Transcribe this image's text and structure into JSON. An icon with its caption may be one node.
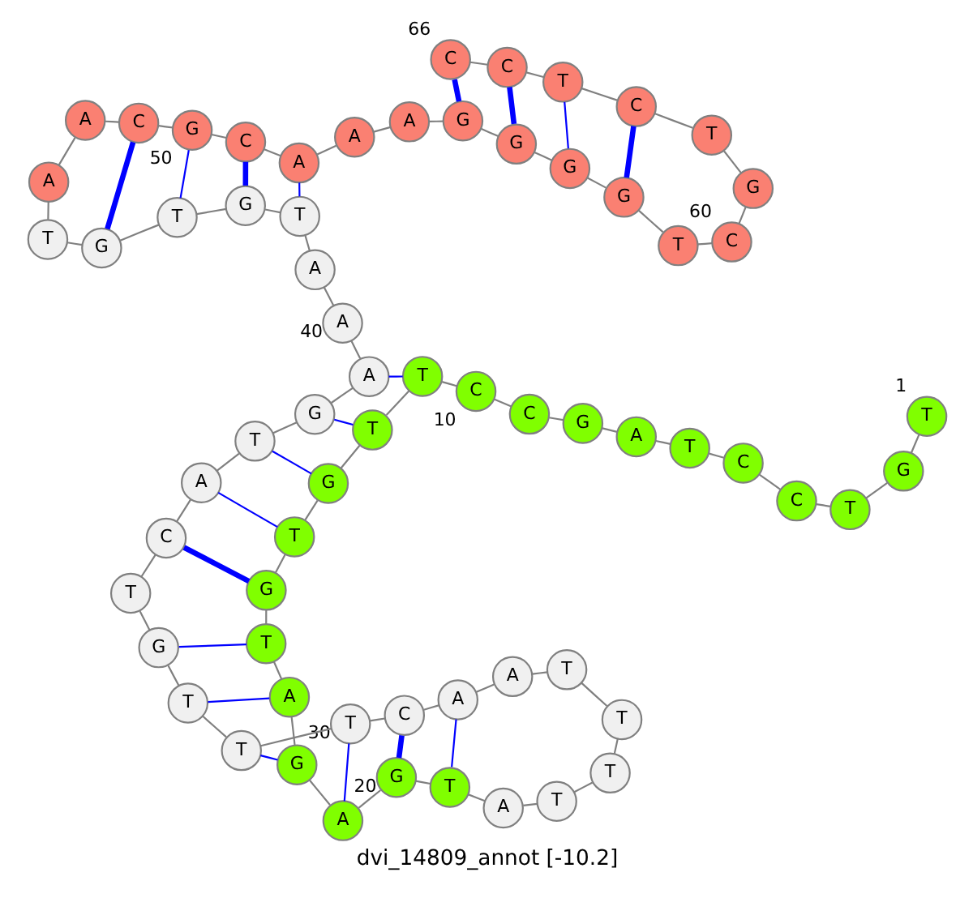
{
  "diagram": {
    "title": "dvi_14809_annot [-10.2]",
    "nodes": [
      {
        "text": [
          "T"
        ],
        "beside": [
          "1"
        ]
      },
      {
        "text": [
          "G"
        ]
      },
      {
        "text": [
          "T"
        ]
      },
      {
        "text": [
          "C"
        ]
      },
      {
        "text": [
          "C"
        ]
      },
      {
        "text": [
          "T"
        ]
      },
      {
        "text": [
          "A"
        ]
      },
      {
        "text": [
          "G"
        ]
      },
      {
        "text": [
          "C"
        ]
      },
      {
        "text": [
          "C"
        ],
        "beside": [
          "10"
        ]
      },
      {
        "text": [
          "T"
        ]
      },
      {
        "text": [
          "T"
        ]
      },
      {
        "text": [
          "G"
        ]
      },
      {
        "text": [
          "T"
        ]
      },
      {
        "text": [
          "G"
        ]
      },
      {
        "text": [
          "T"
        ]
      },
      {
        "text": [
          "A"
        ]
      },
      {
        "text": [
          "G"
        ]
      },
      {
        "text": [
          "A"
        ]
      },
      {
        "text": [
          "G"
        ],
        "beside": [
          "20"
        ]
      },
      {
        "text": [
          "T"
        ]
      },
      {
        "text": [
          "A"
        ]
      },
      {
        "text": [
          "T"
        ]
      },
      {
        "text": [
          "T"
        ]
      },
      {
        "text": [
          "T"
        ]
      },
      {
        "text": [
          "T"
        ]
      },
      {
        "text": [
          "A"
        ]
      },
      {
        "text": [
          "A"
        ]
      },
      {
        "text": [
          "C"
        ]
      },
      {
        "text": [
          "T"
        ],
        "beside": [
          "30"
        ]
      },
      {
        "text": [
          "T"
        ]
      },
      {
        "text": [
          "T"
        ]
      },
      {
        "text": [
          "G"
        ]
      },
      {
        "text": [
          "T"
        ]
      },
      {
        "text": [
          "C"
        ]
      },
      {
        "text": [
          "A"
        ]
      },
      {
        "text": [
          "T"
        ]
      },
      {
        "text": [
          "G"
        ]
      },
      {
        "text": [
          "A"
        ]
      },
      {
        "text": [
          "A"
        ],
        "beside": [
          "40"
        ]
      },
      {
        "text": [
          "A"
        ]
      },
      {
        "text": [
          "T"
        ]
      },
      {
        "text": [
          "G"
        ]
      },
      {
        "text": [
          "T"
        ]
      },
      {
        "text": [
          "G"
        ]
      },
      {
        "text": [
          "T"
        ]
      },
      {
        "text": [
          "A"
        ]
      },
      {
        "text": [
          "A"
        ]
      },
      {
        "text": [
          "C"
        ]
      },
      {
        "text": [
          "G"
        ],
        "beside": [
          "50"
        ]
      },
      {
        "text": [
          "C"
        ]
      },
      {
        "text": [
          "A"
        ]
      },
      {
        "text": [
          "A"
        ]
      },
      {
        "text": [
          "A"
        ]
      },
      {
        "text": [
          "G"
        ]
      },
      {
        "text": [
          "G"
        ]
      },
      {
        "text": [
          "G"
        ]
      },
      {
        "text": [
          "G"
        ]
      },
      {
        "text": [
          "T"
        ]
      },
      {
        "text": [
          "C"
        ],
        "beside": [
          "60"
        ]
      },
      {
        "text": [
          "G"
        ]
      },
      {
        "text": [
          "T"
        ]
      },
      {
        "text": [
          "C"
        ]
      },
      {
        "text": [
          "T"
        ]
      },
      {
        "text": [
          "C"
        ]
      },
      {
        "text": [
          "C"
        ],
        "beside": [
          "66"
        ]
      }
    ],
    "edges": [
      {
        "from": 0,
        "to": 1,
        "arrow": "none"
      },
      {
        "from": 1,
        "to": 2,
        "arrow": "none"
      },
      {
        "from": 2,
        "to": 3,
        "arrow": "none"
      },
      {
        "from": 3,
        "to": 4,
        "arrow": "none"
      },
      {
        "from": 4,
        "to": 5,
        "arrow": "none"
      },
      {
        "from": 5,
        "to": 6,
        "arrow": "none"
      },
      {
        "from": 6,
        "to": 7,
        "arrow": "none"
      },
      {
        "from": 7,
        "to": 8,
        "arrow": "none"
      },
      {
        "from": 8,
        "to": 9,
        "arrow": "none"
      },
      {
        "from": 9,
        "to": 10,
        "arrow": "none"
      },
      {
        "from": 10,
        "to": 11,
        "arrow": "none"
      },
      {
        "from": 11,
        "to": 12,
        "arrow": "none"
      },
      {
        "from": 12,
        "to": 13,
        "arrow": "none"
      },
      {
        "from": 13,
        "to": 14,
        "arrow": "none"
      },
      {
        "from": 14,
        "to": 15,
        "arrow": "none"
      },
      {
        "from": 15,
        "to": 16,
        "arrow": "none"
      },
      {
        "from": 16,
        "to": 17,
        "arrow": "none"
      },
      {
        "from": 17,
        "to": 18,
        "arrow": "none"
      },
      {
        "from": 18,
        "to": 19,
        "arrow": "none"
      },
      {
        "from": 19,
        "to": 20,
        "arrow": "none"
      },
      {
        "from": 20,
        "to": 21,
        "arrow": "none"
      },
      {
        "from": 21,
        "to": 22,
        "arrow": "none"
      },
      {
        "from": 22,
        "to": 23,
        "arrow": "none"
      },
      {
        "from": 23,
        "to": 24,
        "arrow": "none"
      },
      {
        "from": 24,
        "to": 25,
        "arrow": "none"
      },
      {
        "from": 25,
        "to": 26,
        "arrow": "none"
      },
      {
        "from": 26,
        "to": 27,
        "arrow": "none"
      },
      {
        "from": 27,
        "to": 28,
        "arrow": "none"
      },
      {
        "from": 28,
        "to": 29,
        "arrow": "none"
      },
      {
        "from": 29,
        "to": 30,
        "arrow": "none"
      },
      {
        "from": 30,
        "to": 31,
        "arrow": "none"
      },
      {
        "from": 31,
        "to": 32,
        "arrow": "none"
      },
      {
        "from": 32,
        "to": 33,
        "arrow": "none"
      },
      {
        "from": 33,
        "to": 34,
        "arrow": "none"
      },
      {
        "from": 34,
        "to": 35,
        "arrow": "none"
      },
      {
        "from": 35,
        "to": 36,
        "arrow": "none"
      },
      {
        "from": 36,
        "to": 37,
        "arrow": "none"
      },
      {
        "from": 37,
        "to": 38,
        "arrow": "none"
      },
      {
        "from": 38,
        "to": 39,
        "arrow": "none"
      },
      {
        "from": 39,
        "to": 40,
        "arrow": "none"
      },
      {
        "from": 40,
        "to": 41,
        "arrow": "none"
      },
      {
        "from": 41,
        "to": 42,
        "arrow": "none"
      },
      {
        "from": 42,
        "to": 43,
        "arrow": "none"
      },
      {
        "from": 43,
        "to": 44,
        "arrow": "none"
      },
      {
        "from": 44,
        "to": 45,
        "arrow": "none"
      },
      {
        "from": 45,
        "to": 46,
        "arrow": "none"
      },
      {
        "from": 46,
        "to": 47,
        "arrow": "none"
      },
      {
        "from": 47,
        "to": 48,
        "arrow": "none"
      },
      {
        "from": 48,
        "to": 49,
        "arrow": "none"
      },
      {
        "from": 49,
        "to": 50,
        "arrow": "none"
      },
      {
        "from": 50,
        "to": 51,
        "arrow": "none"
      },
      {
        "from": 51,
        "to": 52,
        "arrow": "none"
      },
      {
        "from": 52,
        "to": 53,
        "arrow": "none"
      },
      {
        "from": 53,
        "to": 54,
        "arrow": "none"
      },
      {
        "from": 54,
        "to": 55,
        "arrow": "none"
      },
      {
        "from": 55,
        "to": 56,
        "arrow": "none"
      },
      {
        "from": 56,
        "to": 57,
        "arrow": "none"
      },
      {
        "from": 57,
        "to": 58,
        "arrow": "none"
      },
      {
        "from": 58,
        "to": 59,
        "arrow": "none"
      },
      {
        "from": 59,
        "to": 60,
        "arrow": "none"
      },
      {
        "from": 60,
        "to": 61,
        "arrow": "none"
      },
      {
        "from": 61,
        "to": 62,
        "arrow": "none"
      },
      {
        "from": 62,
        "to": 63,
        "arrow": "none"
      },
      {
        "from": 63,
        "to": 64,
        "arrow": "none"
      },
      {
        "from": 64,
        "to": 65,
        "arrow": "none"
      },
      {
        "from": 20,
        "to": 27,
        "arrow": "none",
        "color": "#0000ff"
      },
      {
        "from": 19,
        "to": 28,
        "arrow": "none",
        "color": "#0000ff",
        "style": "thick"
      },
      {
        "from": 18,
        "to": 29,
        "arrow": "none",
        "color": "#0000ff"
      },
      {
        "from": 17,
        "to": 30,
        "arrow": "none",
        "color": "#0000ff"
      },
      {
        "from": 16,
        "to": 31,
        "arrow": "none",
        "color": "#0000ff"
      },
      {
        "from": 15,
        "to": 32,
        "arrow": "none",
        "color": "#0000ff"
      },
      {
        "from": 14,
        "to": 34,
        "arrow": "none",
        "color": "#0000ff",
        "style": "thick"
      },
      {
        "from": 13,
        "to": 35,
        "arrow": "none",
        "color": "#0000ff"
      },
      {
        "from": 12,
        "to": 36,
        "arrow": "none",
        "color": "#0000ff"
      },
      {
        "from": 11,
        "to": 37,
        "arrow": "none",
        "color": "#0000ff"
      },
      {
        "from": 10,
        "to": 38,
        "arrow": "none",
        "color": "#0000ff"
      },
      {
        "from": 41,
        "to": 51,
        "arrow": "none",
        "color": "#0000ff"
      },
      {
        "from": 42,
        "to": 50,
        "arrow": "none",
        "color": "#0000ff",
        "style": "thick"
      },
      {
        "from": 43,
        "to": 49,
        "arrow": "none",
        "color": "#0000ff"
      },
      {
        "from": 44,
        "to": 48,
        "arrow": "none",
        "color": "#0000ff",
        "style": "thick"
      },
      {
        "from": 54,
        "to": 65,
        "arrow": "none",
        "color": "#0000ff",
        "style": "thick"
      },
      {
        "from": 55,
        "to": 64,
        "arrow": "none",
        "color": "#0000ff",
        "style": "thick"
      },
      {
        "from": 56,
        "to": 63,
        "arrow": "none",
        "color": "#0000ff"
      },
      {
        "from": 57,
        "to": 62,
        "arrow": "none",
        "color": "#0000ff",
        "style": "thick"
      }
    ]
  }
}
